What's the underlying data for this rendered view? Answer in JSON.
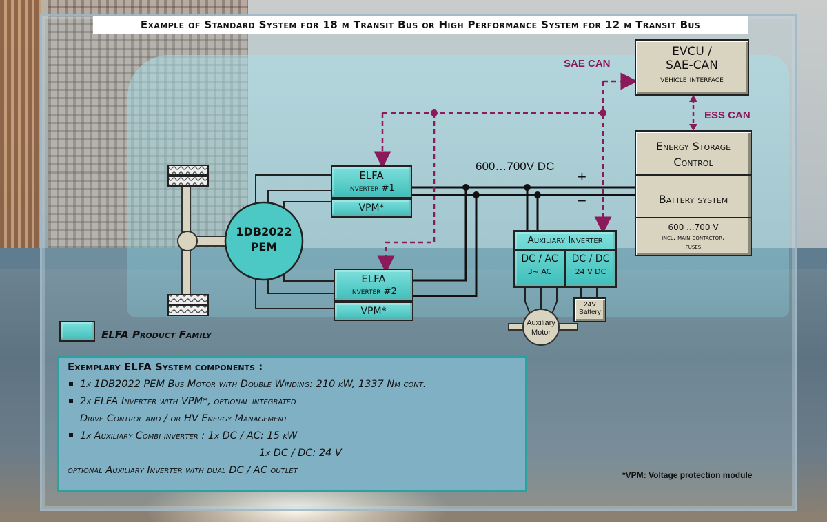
{
  "title": "Example of Standard System for 18 m Transit Bus or High Performance System for  12 m Transit Bus",
  "colors": {
    "elfa_teal": "#4cc9c5",
    "beige": "#d8d4c0",
    "can_line": "#8b1a5b",
    "components_bg": "#7fb0c4",
    "components_border": "#2aa3a0"
  },
  "diagram": {
    "evcu": {
      "line1": "EVCU /",
      "line2": "SAE-CAN",
      "line3": "vehicle interface"
    },
    "energy_storage": {
      "control_line1": "Energy Storage",
      "control_line2": "Control",
      "battery_label": "Battery system",
      "voltage": "600 ...700 V",
      "note_line1": "incl. main contactor,",
      "note_line2": "fuses"
    },
    "sae_can_label": "SAE CAN",
    "ess_can_label": "ESS CAN",
    "dc_bus_label": "600…700V DC",
    "plus_sign": "+",
    "minus_sign": "−",
    "inverter1": {
      "line1": "ELFA",
      "line2": "inverter #1",
      "vpm": "VPM*"
    },
    "inverter2": {
      "line1": "ELFA",
      "line2": "inverter #2",
      "vpm": "VPM*"
    },
    "motor": {
      "line1": "1DB2022",
      "line2": "PEM"
    },
    "aux_inverter": {
      "title": "Auxiliary Inverter",
      "left_line1": "DC / AC",
      "left_line2": "3~ AC",
      "right_line1": "DC / DC",
      "right_line2": "24 V DC"
    },
    "aux_motor": {
      "line1": "Auxiliary",
      "line2": "Motor"
    },
    "battery_24v": {
      "line1": "24V",
      "line2": "Battery"
    }
  },
  "legend": {
    "label": "ELFA Product Family"
  },
  "components": {
    "heading": "Exemplary ELFA System components :",
    "rows": [
      {
        "bullet": true,
        "text": "1x 1DB2022 PEM Bus Motor with Double Winding: 210 kW, 1337 Nm cont."
      },
      {
        "bullet": true,
        "text": "2x ELFA Inverter with VPM*, optional integrated"
      },
      {
        "bullet": false,
        "indent": true,
        "text": "Drive Control and / or HV Energy Management"
      },
      {
        "bullet": true,
        "text": "1x Auxiliary Combi inverter : 1x DC / AC: 15 kW"
      },
      {
        "bullet": false,
        "indent_far": true,
        "text": "1x DC / DC: 24 V"
      },
      {
        "bullet": false,
        "text": "optional Auxiliary Inverter with dual DC / AC outlet"
      }
    ]
  },
  "footnote": "*VPM: Voltage protection module"
}
